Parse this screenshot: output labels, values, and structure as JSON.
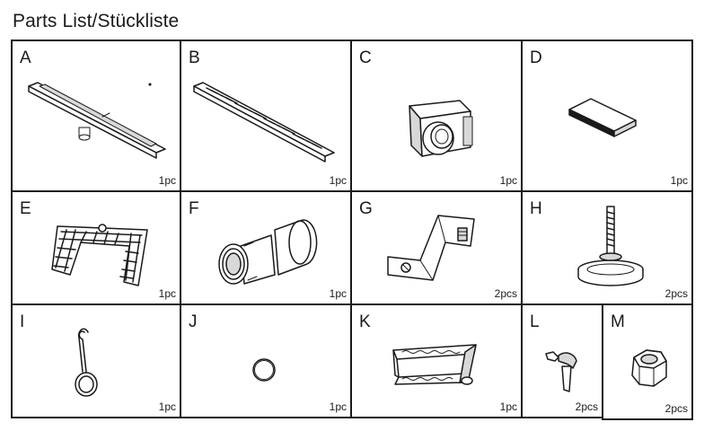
{
  "title": "Parts List/Stückliste",
  "parts": [
    {
      "letter": "A",
      "qty": "1pc",
      "icon": "drain-channel-icon"
    },
    {
      "letter": "B",
      "qty": "1pc",
      "icon": "grate-cover-icon"
    },
    {
      "letter": "C",
      "qty": "1pc",
      "icon": "outlet-box-icon"
    },
    {
      "letter": "D",
      "qty": "1pc",
      "icon": "pad-icon"
    },
    {
      "letter": "E",
      "qty": "1pc",
      "icon": "hair-strainer-icon"
    },
    {
      "letter": "F",
      "qty": "1pc",
      "icon": "pipe-connector-icon"
    },
    {
      "letter": "G",
      "qty": "2pcs",
      "icon": "mounting-bracket-icon"
    },
    {
      "letter": "H",
      "qty": "2pcs",
      "icon": "adjustable-foot-icon"
    },
    {
      "letter": "I",
      "qty": "1pc",
      "icon": "lifting-hook-icon"
    },
    {
      "letter": "J",
      "qty": "1pc",
      "icon": "o-ring-icon"
    },
    {
      "letter": "K",
      "qty": "1pc",
      "icon": "seal-tape-icon"
    },
    {
      "letter": "L",
      "qty": "2pcs",
      "icon": "wall-plug-icon"
    },
    {
      "letter": "M",
      "qty": "2pcs",
      "icon": "hex-nut-icon"
    }
  ]
}
